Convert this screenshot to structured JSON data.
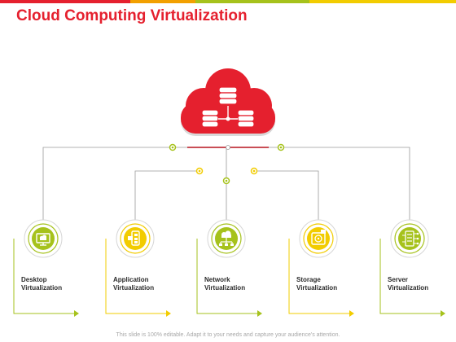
{
  "title": "Cloud Computing Virtualization",
  "colors": {
    "red": "#e5202e",
    "accent": "#a6c21c",
    "yellow": "#f2cc00",
    "line": "#9a9a9a"
  },
  "items": [
    {
      "label_line1": "Desktop",
      "label_line2": "Virtualization",
      "icon": "desktop-cloud-icon",
      "color": "#a6c21c"
    },
    {
      "label_line1": "Application",
      "label_line2": "Virtualization",
      "icon": "application-phone-icon",
      "color": "#f2cc00"
    },
    {
      "label_line1": "Network",
      "label_line2": "Virtualization",
      "icon": "network-cloud-icon",
      "color": "#a6c21c"
    },
    {
      "label_line1": "Storage",
      "label_line2": "Virtualization",
      "icon": "storage-device-icon",
      "color": "#f2cc00"
    },
    {
      "label_line1": "Server",
      "label_line2": "Virtualization",
      "icon": "server-rack-icon",
      "color": "#a6c21c"
    }
  ],
  "hub": {
    "icon": "cloud-database-icon"
  },
  "footer": "This slide is 100% editable. Adapt it to your needs and capture your audience's attention."
}
